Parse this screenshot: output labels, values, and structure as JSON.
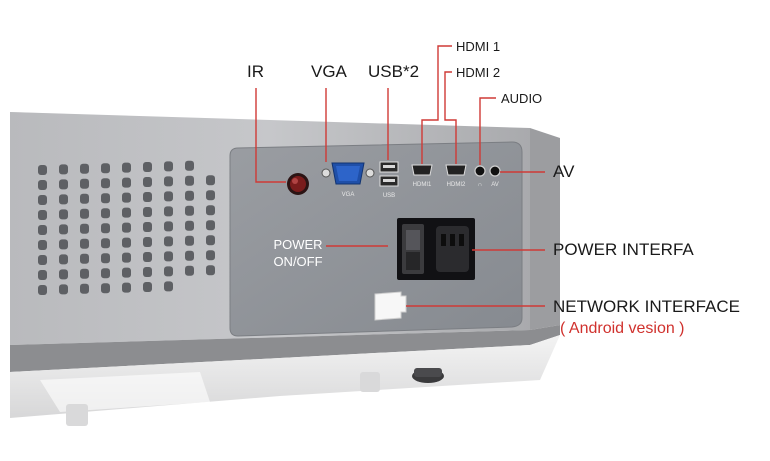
{
  "labels": {
    "ir": "IR",
    "vga": "VGA",
    "usb": "USB*2",
    "hdmi1": "HDMI 1",
    "hdmi2": "HDMI 2",
    "audio": "AUDIO",
    "av": "AV",
    "power_onoff_line1": "POWER",
    "power_onoff_line2": "ON/OFF",
    "power_interface": "POWER INTERFA",
    "network_interface": "NETWORK INTERFACE",
    "android_version": "( Android vesion )"
  },
  "port_markings": {
    "vga": "VGA",
    "usb": "USB",
    "hdmi1": "HDMI1",
    "hdmi2": "HDMI2",
    "audio": "∩",
    "av": "AV"
  },
  "colors": {
    "callout_line": "#cf3a36",
    "annotation_text": "#1a1a1a",
    "android_text": "#d0312d",
    "body_silver": "#c9c9cb",
    "panel_grey": "#8f9297"
  }
}
